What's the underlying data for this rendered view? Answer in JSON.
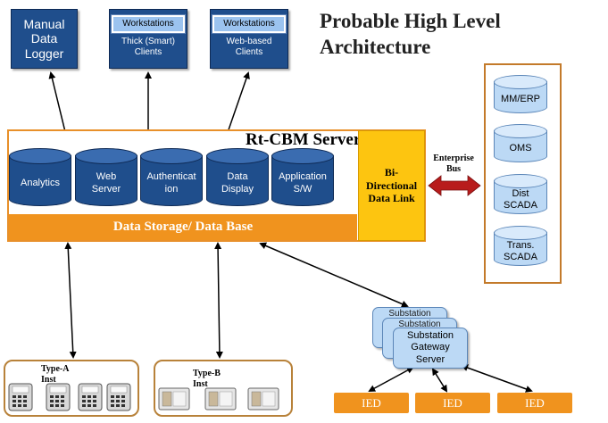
{
  "title": {
    "line1": "Probable High Level",
    "line2": "Architecture"
  },
  "top_nodes": {
    "manual_logger": "Manual Data Logger",
    "ws_thick": {
      "label": "Workstations",
      "sub": "Thick (Smart) Clients"
    },
    "ws_web": {
      "label": "Workstations",
      "sub": "Web-based Clients"
    }
  },
  "server": {
    "title": "Rt-CBM Server",
    "modules": [
      "Analytics",
      "Web Server",
      "Authenticat ion",
      "Data Display",
      "Application S/W"
    ],
    "storage": "Data Storage/ Data Base",
    "bidir": "Bi-Directional Data Link"
  },
  "enterprise": {
    "bus_label": "Enterprise Bus",
    "systems": [
      "MM/ERP",
      "OMS",
      "Dist SCADA",
      "Trans. SCADA"
    ]
  },
  "substation": {
    "ghost1": "Substation",
    "ghost2": "Substation",
    "gateway": "Substation Gateway Server"
  },
  "ieds": [
    "IED",
    "IED",
    "IED"
  ],
  "instruments": {
    "type_a": "Type-A Inst",
    "type_b": "Type-B Inst"
  },
  "colors": {
    "navy": "#1f4e8c",
    "orange": "#f0931e",
    "yellow": "#fdc510",
    "light_blue": "#bcd9f5",
    "bus_arrow": "#b81c1c"
  }
}
